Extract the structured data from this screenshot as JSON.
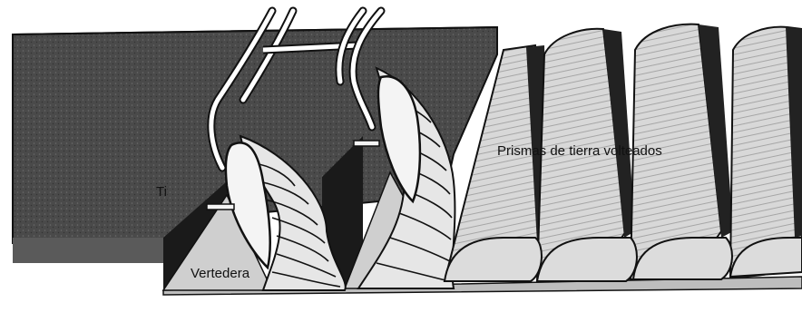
{
  "labels": {
    "vertedera": "Vertedera",
    "prismas": "Prismas de tierra volteados",
    "tierra_partial": "Ti"
  },
  "colors": {
    "untilled_soil": "#4a4a4a",
    "furrow_wall": "#1a1a1a",
    "furrow_floor": "#c8c8c8",
    "turned_prism": "#d6d6d6",
    "prism_edge": "#222222",
    "moldboard": "#f4f4f4",
    "stroke": "#111111"
  },
  "icons": {
    "implement": "moldboard-plow-icon"
  }
}
